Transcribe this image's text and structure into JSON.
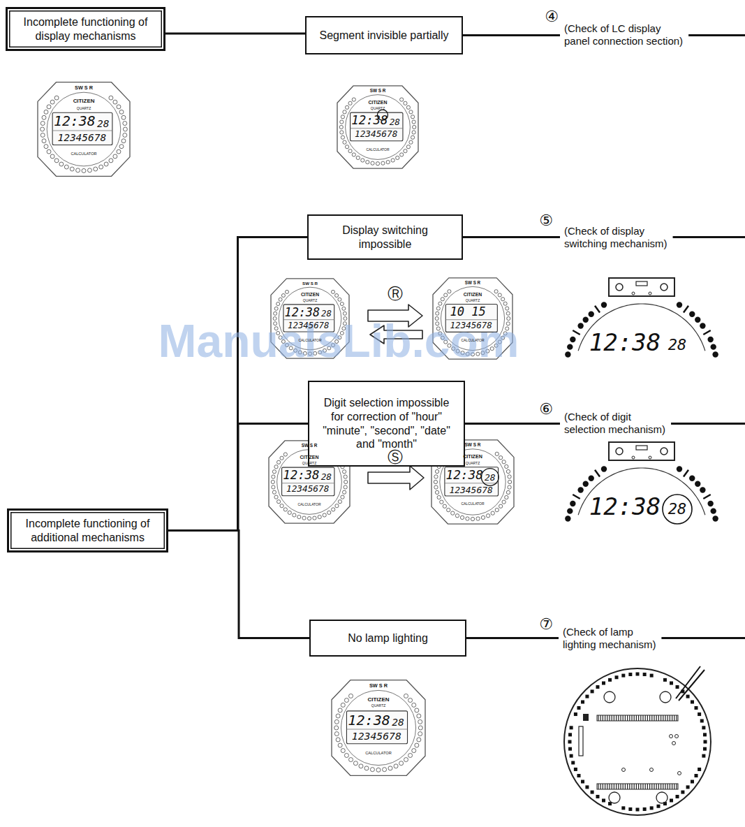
{
  "diagram": {
    "nodes": [
      {
        "text": [
          "Incomplete functioning of display mechanisms"
        ]
      },
      {
        "text": [
          "Segment invisible partially"
        ]
      },
      {
        "text": [
          "Display switching impossible"
        ]
      },
      {
        "text": [
          "Digit selection impossible for correction of \"hour\" \"minute\", \"second\", \"date\" and \"month\""
        ]
      },
      {
        "text": [
          "Incomplete functioning of additional mechanisms"
        ]
      },
      {
        "text": [
          "No lamp lighting"
        ]
      }
    ],
    "edges": [
      {
        "from": 0,
        "to": 1,
        "arrow": "none"
      },
      {
        "from": 4,
        "to": 2,
        "arrow": "none"
      },
      {
        "from": 4,
        "to": 3,
        "arrow": "none"
      },
      {
        "from": 4,
        "to": 5,
        "arrow": "none"
      }
    ],
    "labels": [
      "④",
      "(Check of LC display panel connection section)",
      "⑤",
      "(Check of display switching mechanism)",
      "⑥",
      "(Check of digit selection mechanism)",
      "⑦",
      "(Check of lamp lighting mechanism)",
      "Ⓡ",
      "Ⓢ",
      "ManualsLib.com",
      "SW S R",
      "CITIZEN",
      "QUARTZ",
      "12:38",
      "28",
      "12345678",
      "CALCULATOR",
      "SW S R",
      "CITIZEN",
      "QUARTZ",
      "12:38",
      "28",
      "12345678",
      "CALCULATOR",
      "SW S R",
      "CITIZEN",
      "QUARTZ",
      "12:38",
      "28",
      "12345678",
      "CALCULATOR",
      "SW S R",
      "CITIZEN",
      "QUARTZ",
      "10 15",
      "12345678",
      "CALCULATOR",
      "SW S R",
      "CITIZEN",
      "QUARTZ",
      "12:38",
      "28",
      "12345678",
      "CALCULATOR",
      "SW S R",
      "CITIZEN",
      "QUARTZ",
      "12:38",
      "28",
      "12345678",
      "CALCULATOR",
      "SW S R",
      "CITIZEN",
      "QUARTZ",
      "12:38",
      "28",
      "12345678",
      "CALCULATOR",
      "12:38",
      "28",
      "12:38",
      "28"
    ]
  }
}
